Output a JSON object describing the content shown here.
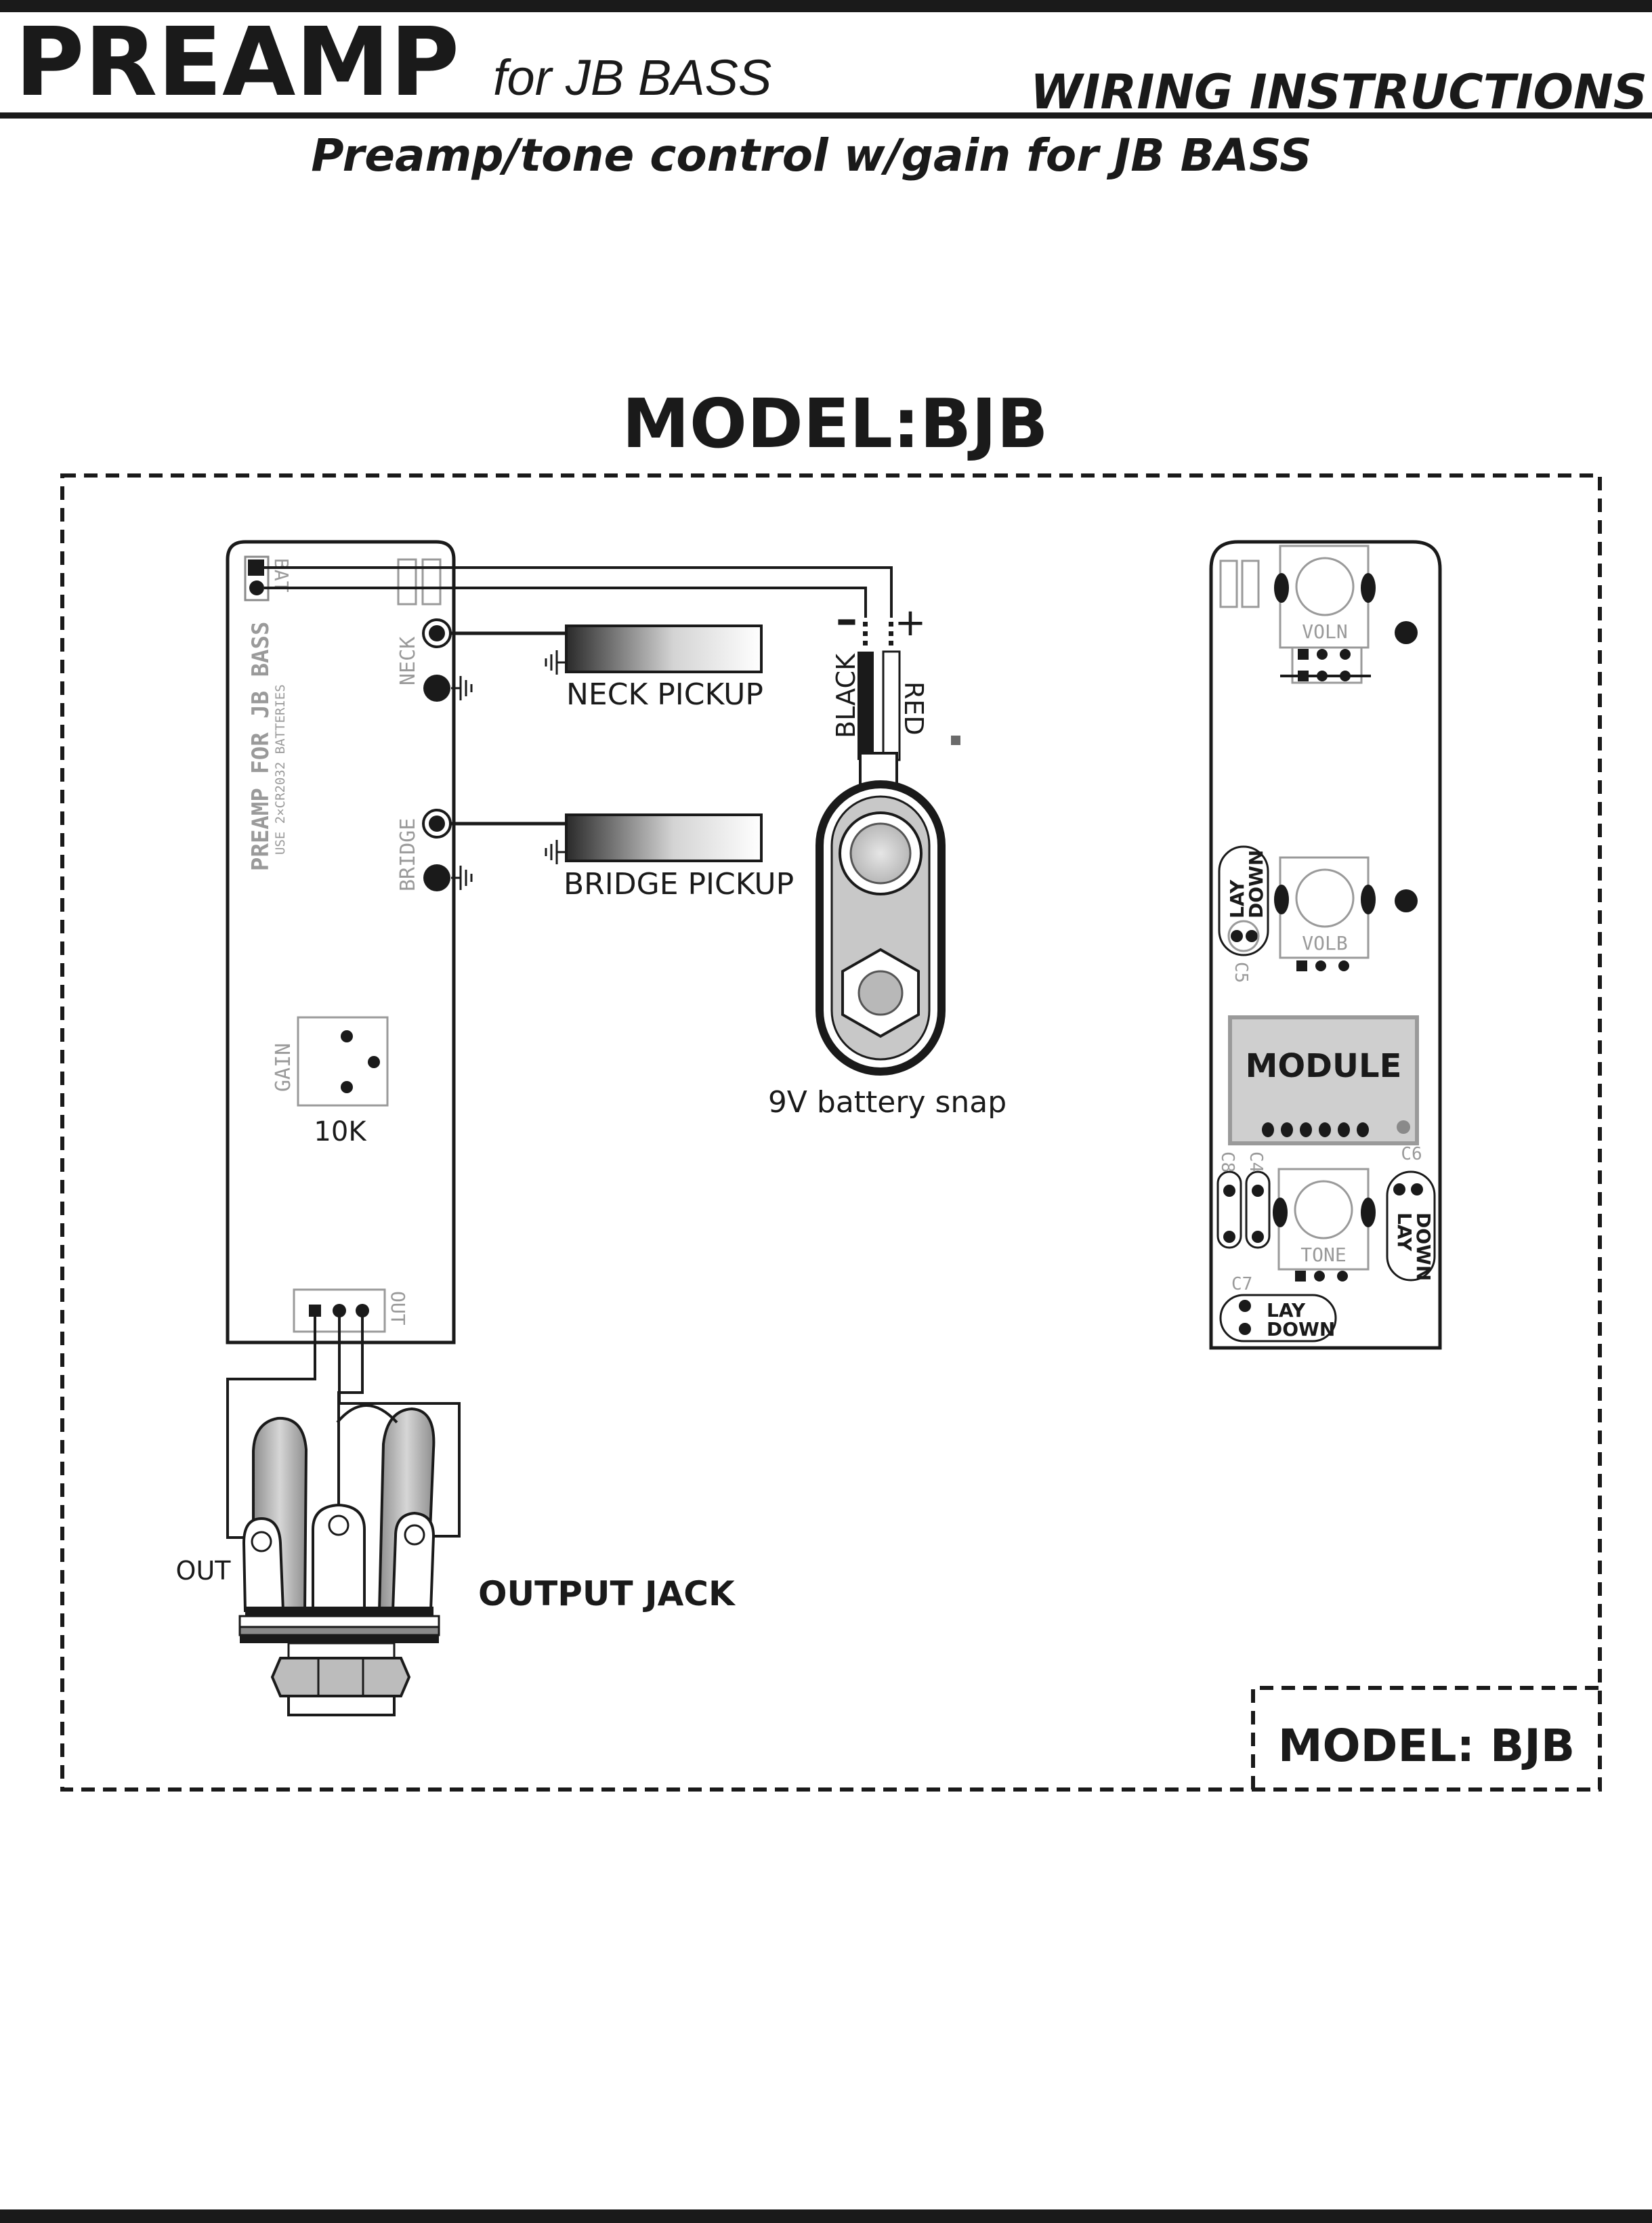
{
  "header": {
    "brand": "PREAMP",
    "brand_suffix": "for JB BASS",
    "doc_type": "WIRING INSTRUCTIONS",
    "subtitle": "Preamp/tone control w/gain for JB BASS"
  },
  "model_title": "MODEL:BJB",
  "model_box_label": "MODEL: BJB",
  "pcb_left": {
    "silk_name": "PREAMP FOR JB BASS",
    "silk_note": "USE 2×CR2032 BATTERIES",
    "bat_label": "BAT",
    "neck_pad_label": "NECK",
    "bridge_pad_label": "BRIDGE",
    "gain_label": "GAIN",
    "gain_value": "10K",
    "out_label": "OUT"
  },
  "pickups": {
    "neck": "NECK PICKUP",
    "bridge": "BRIDGE PICKUP"
  },
  "battery": {
    "minus": "–",
    "plus": "+",
    "black_wire": "BLACK",
    "red_wire": "RED",
    "caption": "9V battery snap"
  },
  "jack": {
    "out_label": "OUT",
    "caption": "OUTPUT JACK"
  },
  "pcb_right": {
    "voln": "VOLN",
    "volb": "VOLB",
    "tone": "TONE",
    "module": "MODULE",
    "lay": "LAY",
    "down": "DOWN",
    "c5": "C5",
    "c6": "C6",
    "c7": "C7",
    "c8": "C8",
    "c4": "C4"
  },
  "colors": {
    "ink": "#1a1a1a",
    "pcb_silk": "#9a9a9a",
    "module_fill": "#cfcfcf"
  }
}
